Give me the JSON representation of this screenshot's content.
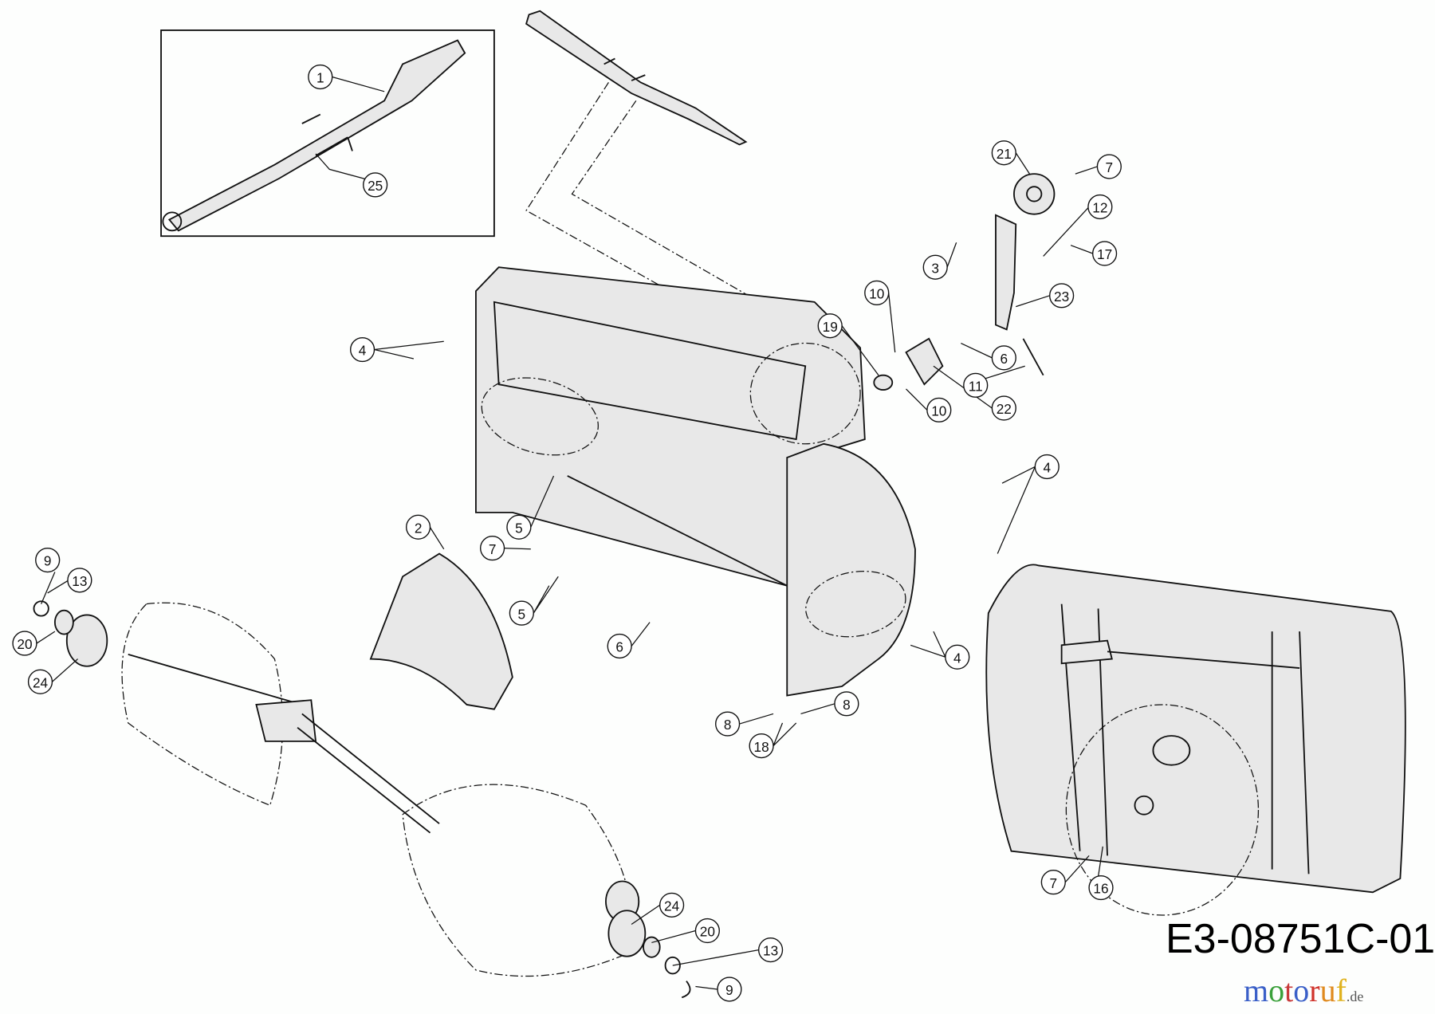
{
  "diagram": {
    "drawing_code": "E3-08751C-01",
    "watermark": {
      "text": "motoruf",
      "suffix": ".de",
      "letters": [
        "m",
        "o",
        "t",
        "o",
        "r",
        "u",
        "f"
      ],
      "colors": [
        "#3a5fc8",
        "#3aa03a",
        "#c83a3a",
        "#3a5fc8",
        "#d0342c",
        "#e08a1e",
        "#e0b21e"
      ]
    },
    "callouts": [
      "1",
      "25",
      "21",
      "7",
      "12",
      "17",
      "3",
      "23",
      "10",
      "19",
      "6",
      "11",
      "22",
      "10",
      "4",
      "4",
      "2",
      "5",
      "7",
      "5",
      "6",
      "4",
      "8",
      "8",
      "18",
      "9",
      "13",
      "20",
      "24",
      "24",
      "20",
      "13",
      "9",
      "7",
      "16"
    ]
  }
}
